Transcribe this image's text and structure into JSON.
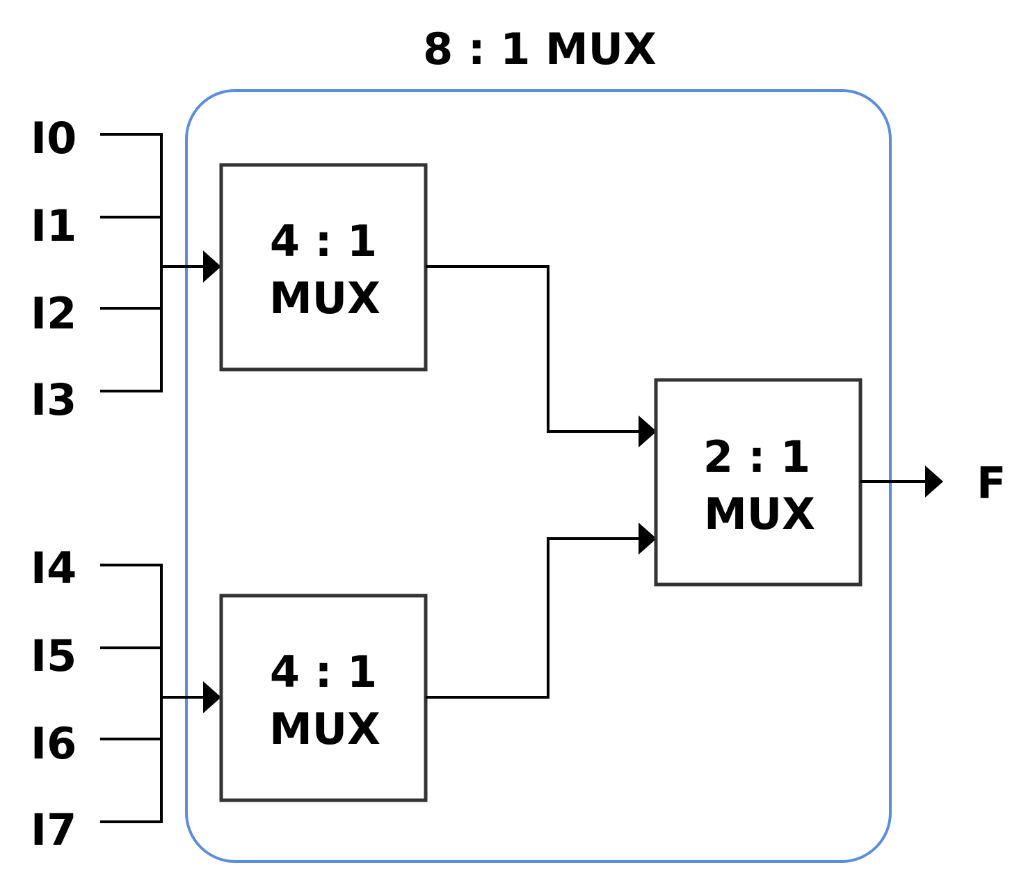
{
  "title": "8 : 1 MUX",
  "inputs": {
    "i0": "I0",
    "i1": "I1",
    "i2": "I2",
    "i3": "I3",
    "i4": "I4",
    "i5": "I5",
    "i6": "I6",
    "i7": "I7"
  },
  "mux_top": {
    "ratio": "4 : 1",
    "name": "MUX"
  },
  "mux_bottom": {
    "ratio": "4 : 1",
    "name": "MUX"
  },
  "mux_final": {
    "ratio": "2 : 1",
    "name": "MUX"
  },
  "output": "F",
  "colors": {
    "container_border": "#5b8dd9",
    "box_border": "#333333",
    "wire": "#000000"
  }
}
